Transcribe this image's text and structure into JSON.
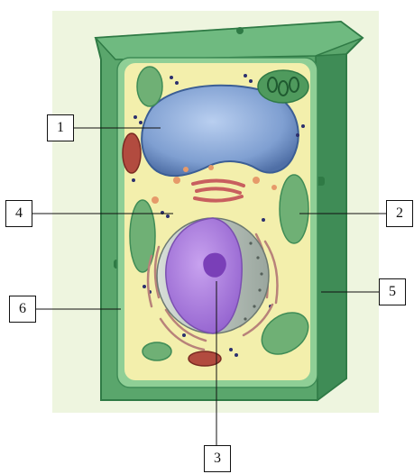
{
  "labels": [
    {
      "id": 1,
      "text": "1"
    },
    {
      "id": 2,
      "text": "2"
    },
    {
      "id": 3,
      "text": "3"
    },
    {
      "id": 4,
      "text": "4"
    },
    {
      "id": 5,
      "text": "5"
    },
    {
      "id": 6,
      "text": "6"
    }
  ],
  "colors": {
    "background_panel": "#eef5df",
    "cell_wall": "#5aa66c",
    "cell_wall_dark": "#2f7a45",
    "cytoplasm": "#f3efac",
    "vacuole": "#7f9fd1",
    "nucleus": "#b07fe0",
    "chloroplast": "#6fb075",
    "mitochondrion": "#b24b3f",
    "line": "#111111"
  }
}
